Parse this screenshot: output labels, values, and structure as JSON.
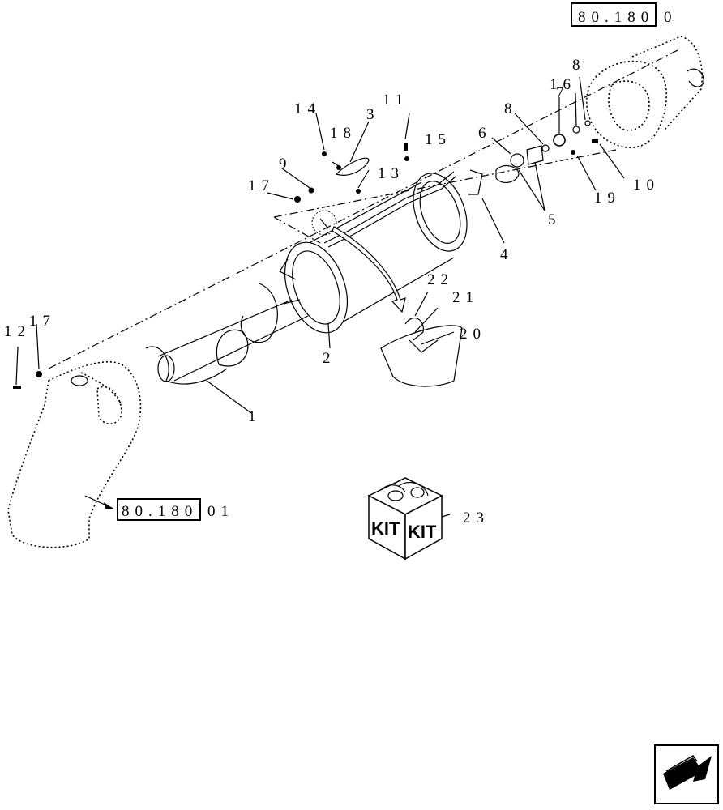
{
  "references": {
    "top_right": "80.180.0",
    "bottom_left": "80.180.01"
  },
  "kit": {
    "label_left": "KIT",
    "label_right": "KIT"
  },
  "callouts": {
    "c1": "1",
    "c2": "2",
    "c3": "3",
    "c4": "4",
    "c5": "5",
    "c6": "6",
    "c7": "7",
    "c8a": "8",
    "c8b": "8",
    "c9": "9",
    "c10": "10",
    "c11": "11",
    "c12": "12",
    "c13": "13",
    "c14": "14",
    "c15": "15",
    "c16": "16",
    "c17a": "17",
    "c17b": "17",
    "c18": "18",
    "c19": "19",
    "c20": "20",
    "c21": "21",
    "c22": "22",
    "c23": "23"
  },
  "icons": {
    "nav_arrow": "next-page-arrow-icon",
    "kit_box": "kit-box-icon"
  }
}
